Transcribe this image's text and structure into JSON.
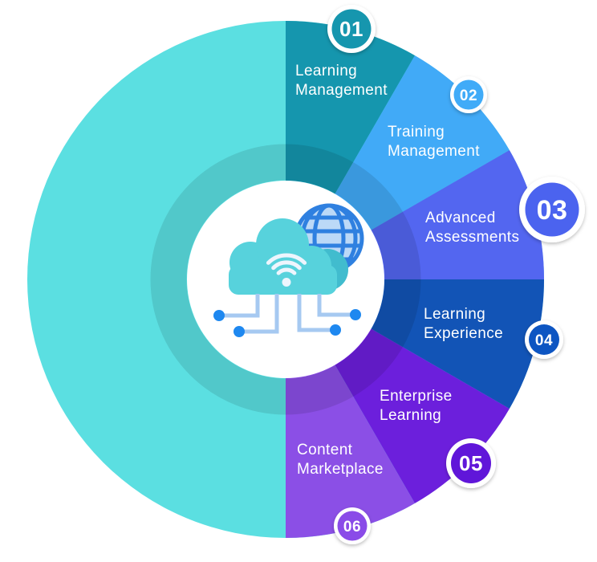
{
  "diagram": {
    "name": "cloud-learning-platform-wheel",
    "background_color": "#ffffff",
    "main_circle_color": "#5BDFE1",
    "inner_ring_overlay_color": "rgba(0,0,0,0.10)",
    "center_circle_color": "#ffffff"
  },
  "segments": [
    {
      "number": "01",
      "label_line1": "Learning",
      "label_line2": "Management",
      "color": "#1596AE",
      "badge_color": "#1596AE",
      "badge_size": "large"
    },
    {
      "number": "02",
      "label_line1": "Training",
      "label_line2": "Management",
      "color": "#41AAF7",
      "badge_color": "#3FABF8",
      "badge_size": "small"
    },
    {
      "number": "03",
      "label_line1": "Advanced",
      "label_line2": "Assessments",
      "color": "#5366F0",
      "badge_color": "#4C64EF",
      "badge_size": "xlarge"
    },
    {
      "number": "04",
      "label_line1": "Learning",
      "label_line2": "Experience",
      "color": "#1254B6",
      "badge_color": "#0E54C2",
      "badge_size": "small"
    },
    {
      "number": "05",
      "label_line1": "Enterprise",
      "label_line2": "Learning",
      "color": "#6C1FDC",
      "badge_color": "#6119D9",
      "badge_size": "large"
    },
    {
      "number": "06",
      "label_line1": "Content",
      "label_line2": "Marketplace",
      "color": "#8B4FE6",
      "badge_color": "#8A4CE8",
      "badge_size": "small"
    }
  ],
  "center_icon": {
    "name": "cloud-network",
    "cloud_color": "#57D2DC",
    "cloud_back_lobe_color": "#41BCCE",
    "globe_fill_color": "#BCD9F7",
    "globe_line_color": "#2F80E0",
    "wifi_color": "#EDF5FD",
    "circuit_line_color": "#A6C9F1",
    "circuit_node_color": "#1E88F0"
  }
}
